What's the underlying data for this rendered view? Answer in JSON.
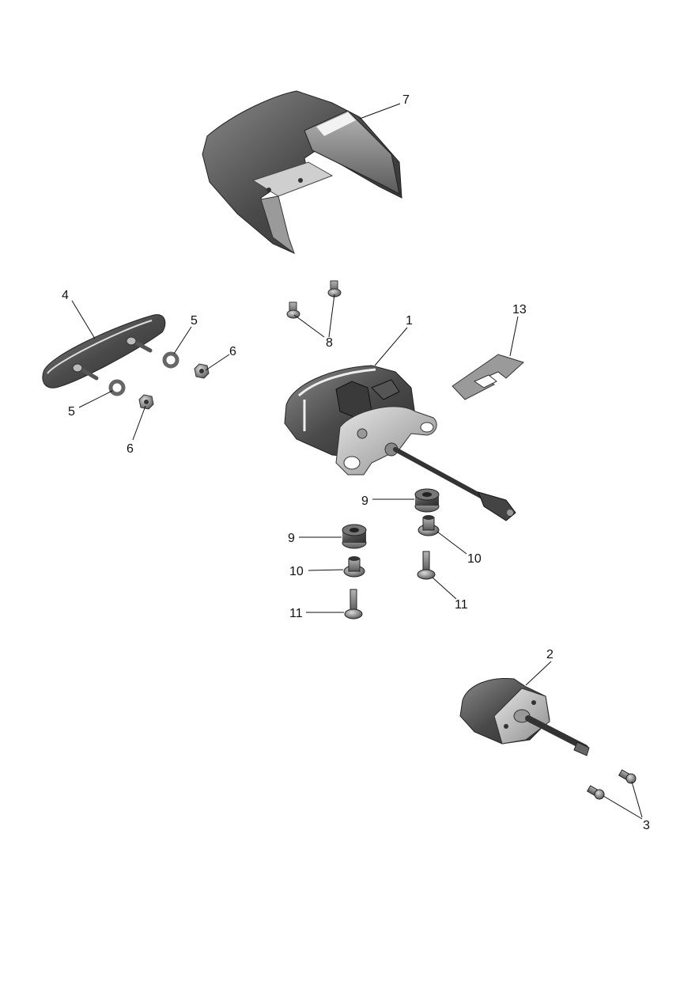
{
  "callouts": {
    "c1": "1",
    "c2": "2",
    "c3": "3",
    "c4": "4",
    "c5a": "5",
    "c5b": "5",
    "c6a": "6",
    "c6b": "6",
    "c7": "7",
    "c8": "8",
    "c9a": "9",
    "c9b": "9",
    "c10a": "10",
    "c10b": "10",
    "c11a": "11",
    "c11b": "11",
    "c13": "13"
  }
}
